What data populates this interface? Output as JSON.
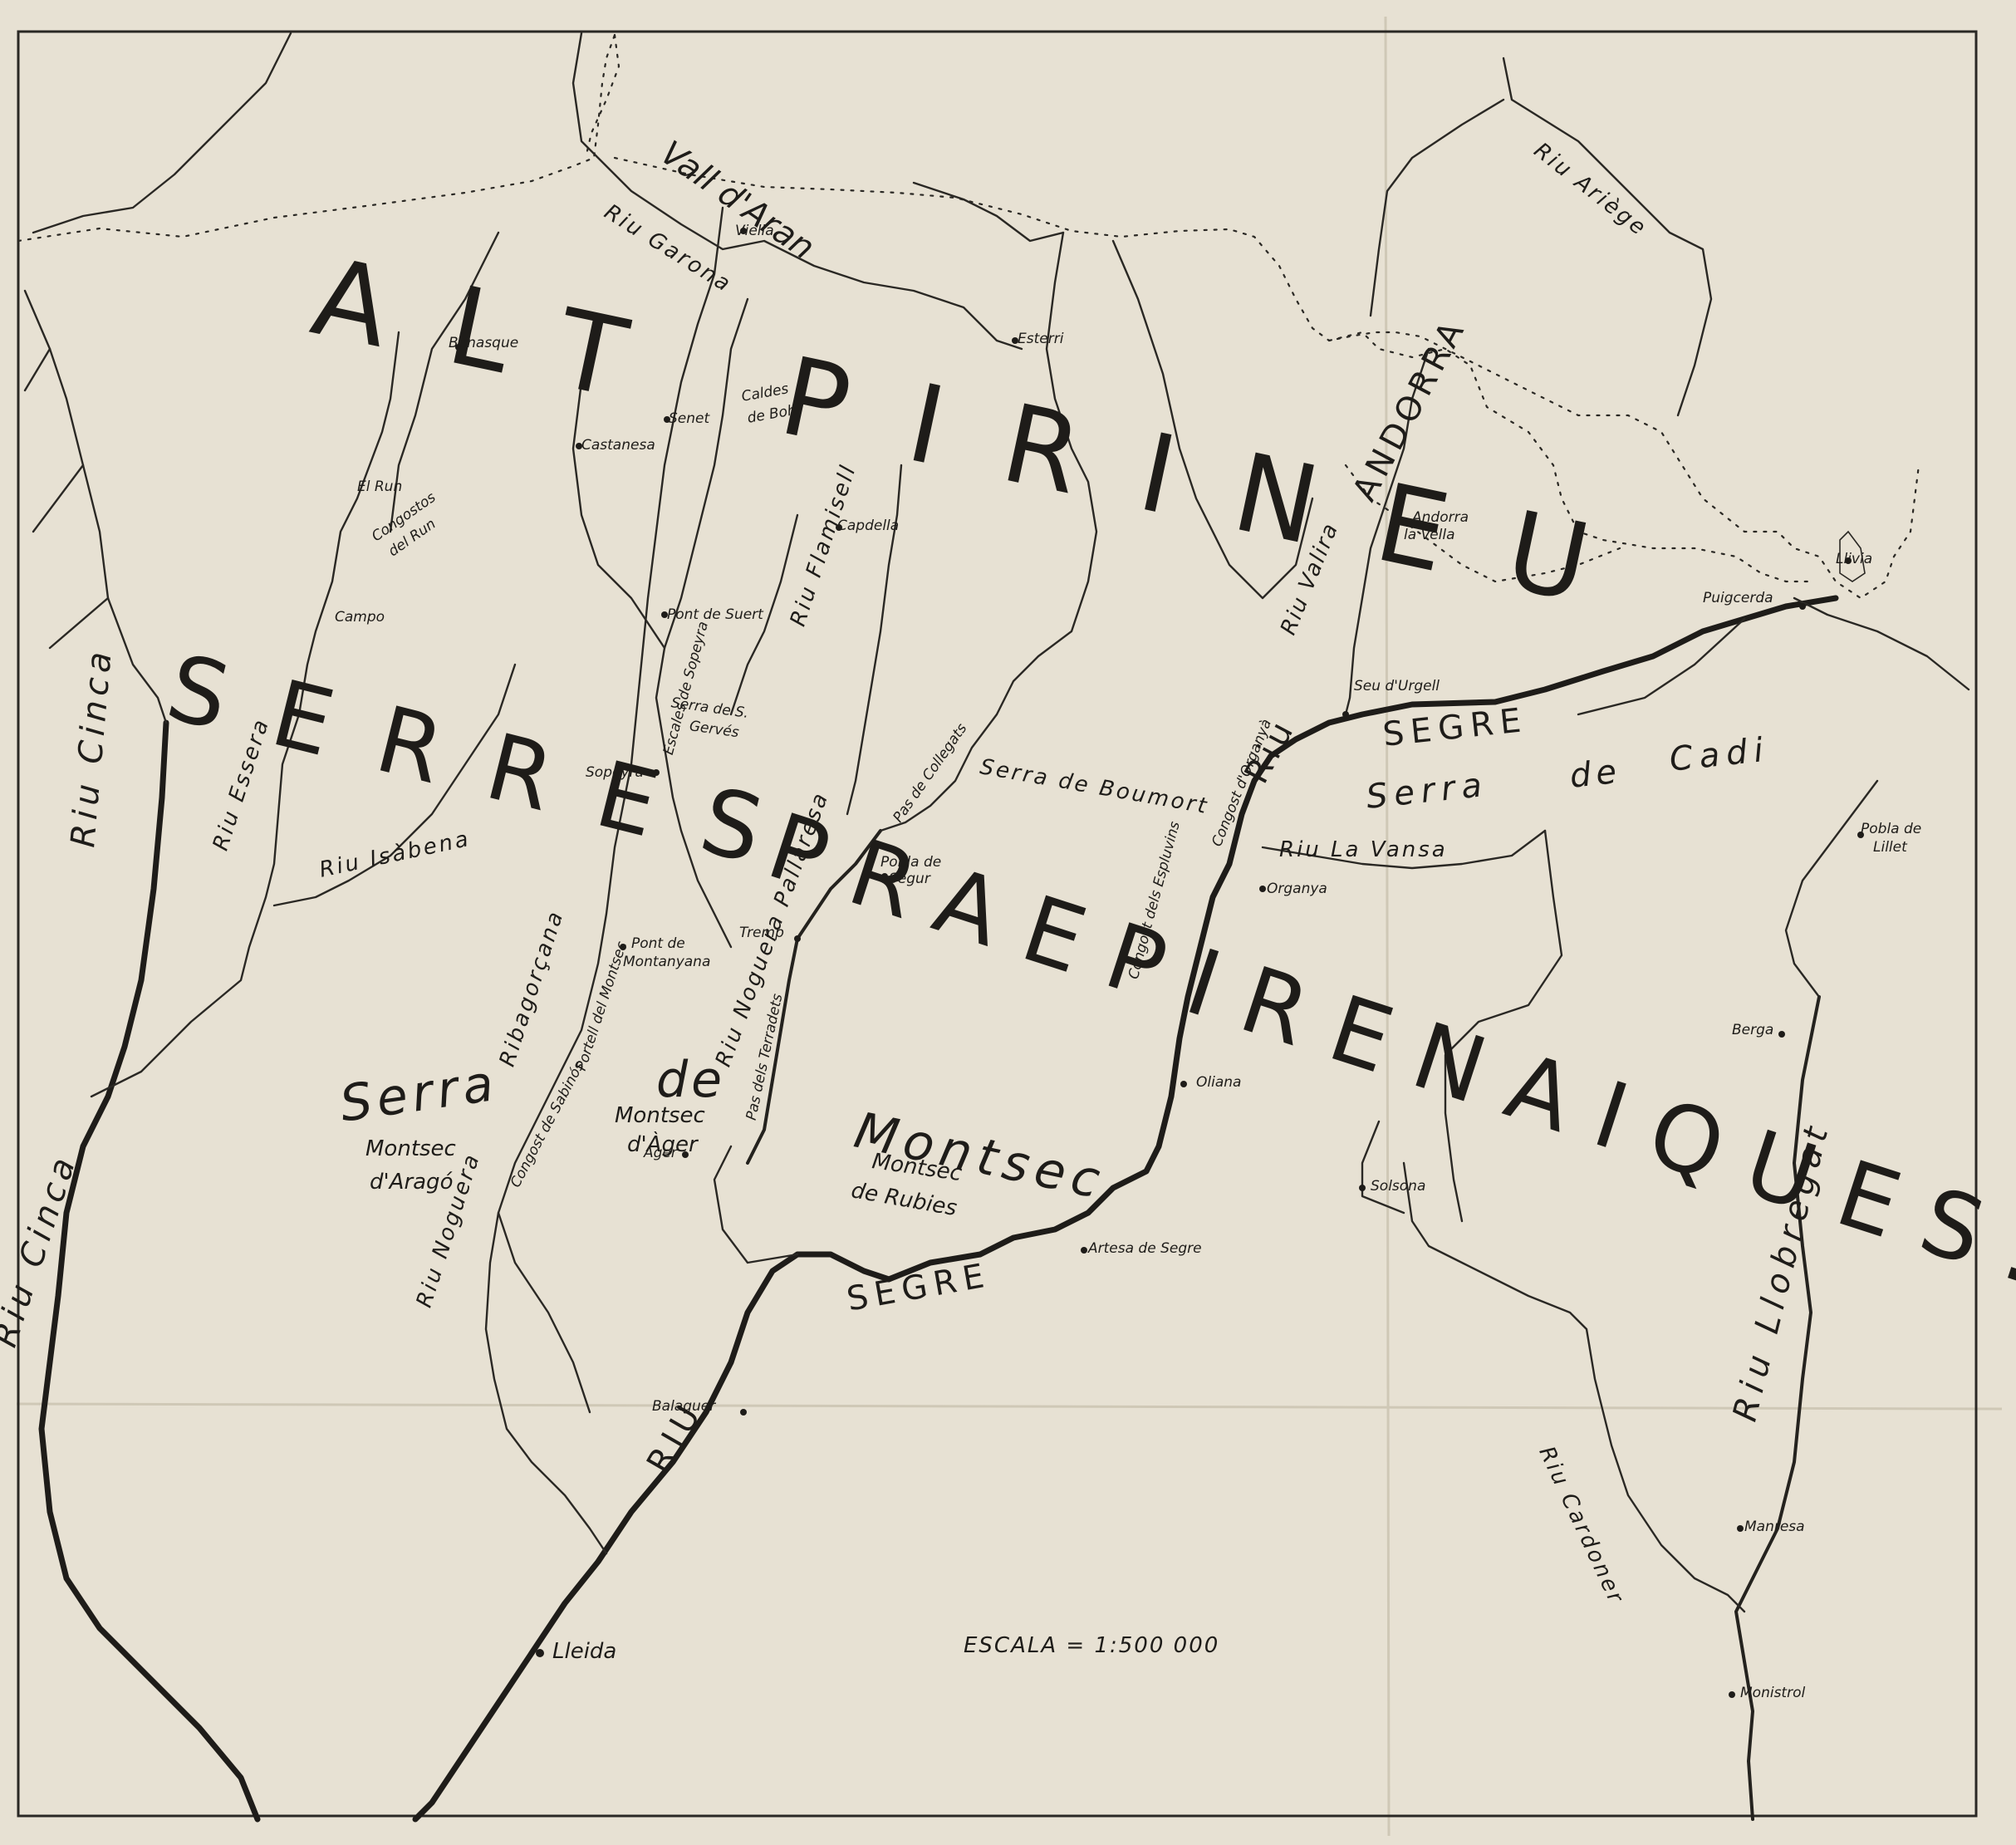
{
  "regions": {
    "alt_pirineu": "ALT PIRINEU",
    "serres": "SERRES",
    "praepirenaiques": "PRAEPIRENAIQUES.",
    "andorra": "ANDORRA",
    "vall_aran": "Vall d'Aran",
    "serra_montsec_arago_1": "Serra",
    "serra_montsec_arago_2": "Montsec",
    "serra_montsec_arago_3": "d'Aragó",
    "de": "de",
    "montsec_ager_1": "Montsec",
    "montsec_ager_2": "d'Àger",
    "montsec_big": "Montsec",
    "montsec_rubies_1": "Montsec",
    "montsec_rubies_2": "de Rubies",
    "serra_cadi_1": "Serra",
    "serra_cadi_2": "de",
    "serra_cadi_3": "Cadi",
    "serra_boumort": "Serra de Boumort",
    "serra_sant_serves_1": "Serra de S.",
    "serra_sant_serves_2": "Gervés"
  },
  "rivers": {
    "riu_cinca_upper": "Riu Cinca",
    "riu_cinca_lower": "Riu Cinca",
    "riu_esera": "Riu Essera",
    "riu_isabena": "Riu Isàbena",
    "riu_garona": "Riu Garona",
    "riu_ariege": "Riu Ariège",
    "riu_flamisell": "Riu Flamisell",
    "riu_valira": "Riu Valira",
    "segre_upper": "SEGRE",
    "riu_upper": "Riu",
    "riu_la_vansa": "Riu La Vansa",
    "noguera_pallaresa": "Riu Noguera Pallaresa",
    "noguera_ribagorcana_1": "Riu Noguera",
    "noguera_ribagorcana_2": "Ribagorçana",
    "segre_lower": "SEGRE",
    "riu_lower": "RIU",
    "riu_cardener": "Riu Cardoner",
    "riu_llobregat": "Riu Llobregat"
  },
  "towns": {
    "benasque": "Benasque",
    "castanesa": "Castanesa",
    "senet": "Senet",
    "caldes_boi_1": "Caldes",
    "caldes_boi_2": "de Bohi",
    "viella": "Viella",
    "esterri": "Esterri",
    "el_run": "El Run",
    "congostos_run_1": "Congostos",
    "congostos_run_2": "del Run",
    "campo": "Campo",
    "capdella": "Capdella",
    "pont_suert": "Pont de Suert",
    "sopeyra": "Sopeyra",
    "escales": "Escales de Sopeyra",
    "congost_collegats": "Pas de Collegats",
    "pobla_segur_1": "Pobla de",
    "pobla_segur_2": "Segur",
    "tremp": "Tremp",
    "pont_montanyana_1": "Pont de",
    "pont_montanyana_2": "Montanyana",
    "portell_monsec": "Portell del Montsec",
    "congost_sabinos": "Congost de Sabinós",
    "pas_terradets": "Pas dels Terradets",
    "ager": "Ager",
    "andorra_vella_1": "Andorra",
    "andorra_vella_2": "la Vella",
    "seu_urgell": "Seu d'Urgell",
    "congost_organya": "Congost d'Organyà",
    "organya": "Organya",
    "congost_espluvins": "Congost dels Espluvins",
    "oliana": "Oliana",
    "puigcerda": "Puigcerda",
    "llivia": "Llivia",
    "pobla_lillet_1": "Pobla de",
    "pobla_lillet_2": "Lillet",
    "berga": "Berga",
    "solsona": "Solsona",
    "artesa_segre": "Artesa de Segre",
    "balaguer": "Balaguer",
    "lleida": "Lleida",
    "manresa": "Manresa",
    "monistrol": "Monistrol"
  },
  "scale": "ESCALA = 1:500 000"
}
